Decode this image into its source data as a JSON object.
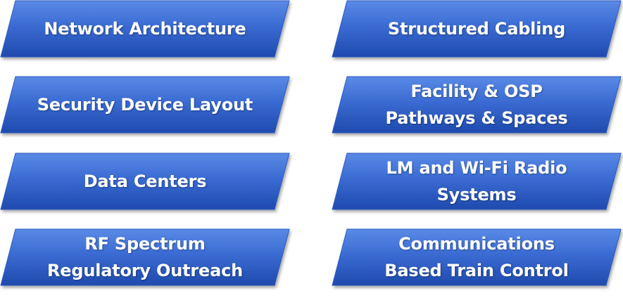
{
  "colors": {
    "tile_top": "#4d7ee0",
    "tile_bottom": "#1f4fb8",
    "tile_edge": "#2e5fc4",
    "text": "#ffffff"
  },
  "tiles": [
    {
      "lines": [
        "Network Architecture"
      ]
    },
    {
      "lines": [
        "Structured Cabling"
      ]
    },
    {
      "lines": [
        "Security Device Layout"
      ]
    },
    {
      "lines": [
        "Facility & OSP",
        "Pathways & Spaces"
      ]
    },
    {
      "lines": [
        "Data Centers"
      ]
    },
    {
      "lines": [
        "LM and Wi-Fi Radio",
        "Systems"
      ]
    },
    {
      "lines": [
        "RF Spectrum",
        "Regulatory Outreach"
      ]
    },
    {
      "lines": [
        "Communications",
        "Based Train Control"
      ]
    }
  ]
}
